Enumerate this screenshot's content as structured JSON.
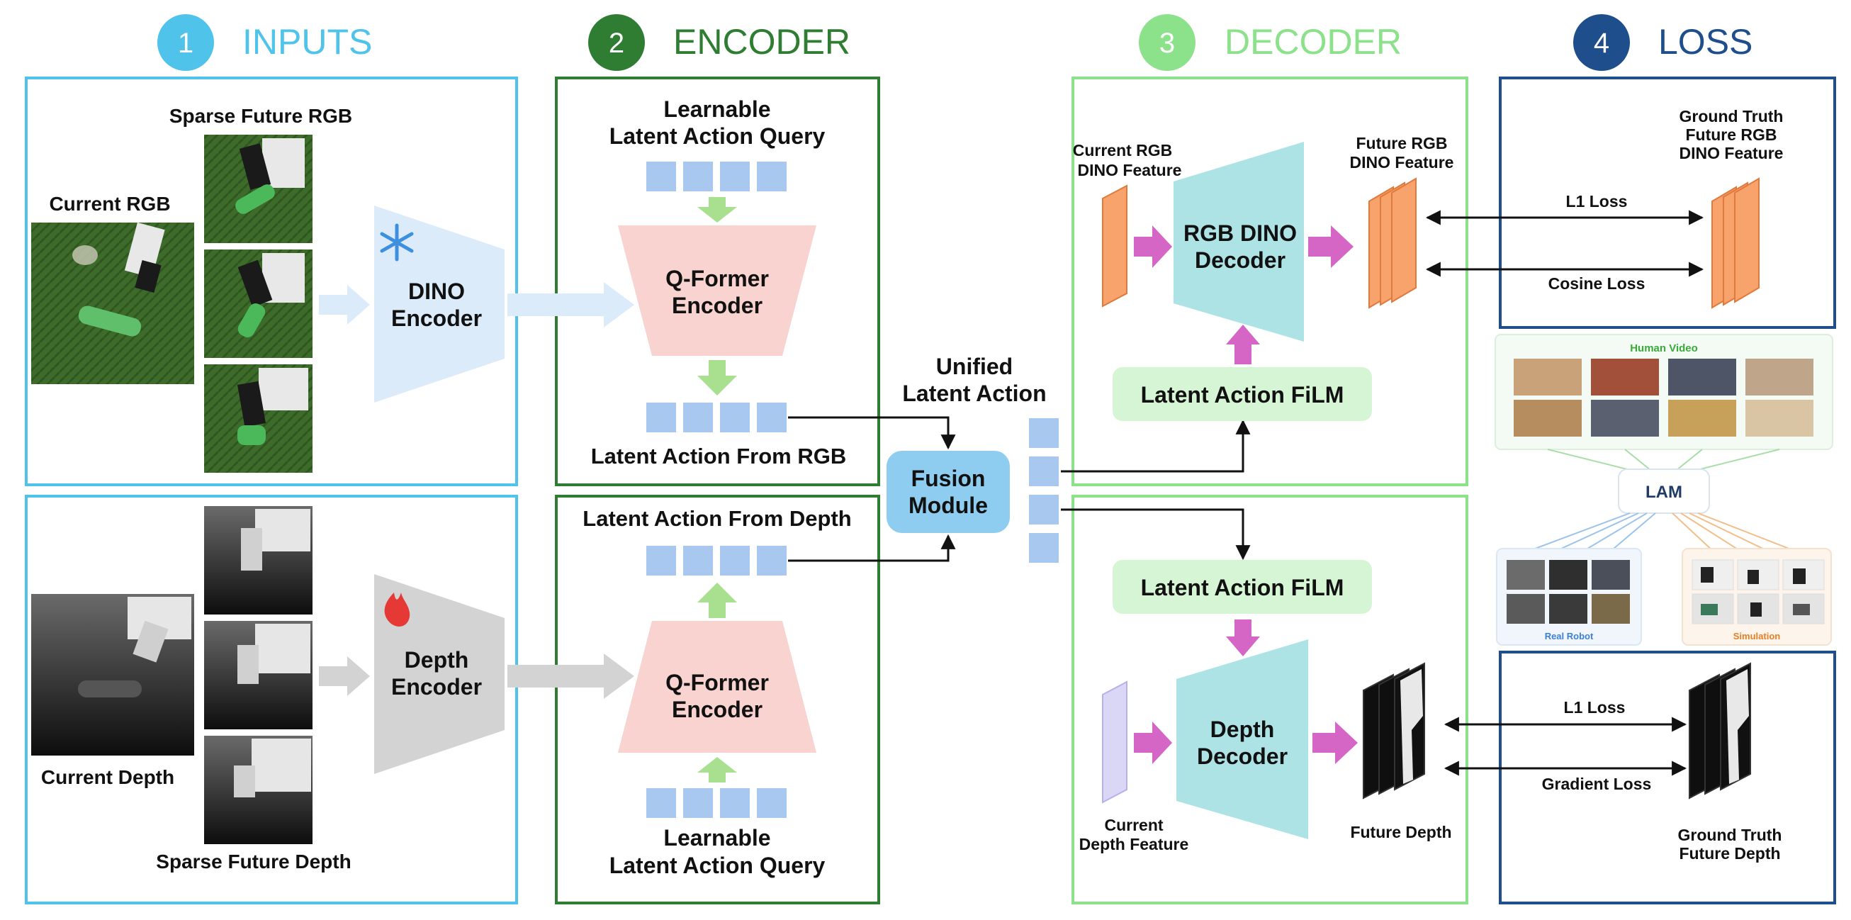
{
  "sections": {
    "inputs": {
      "number": "1",
      "title": "INPUTS",
      "color": "#4FC3EA"
    },
    "encoder": {
      "number": "2",
      "title": "ENCODER",
      "color": "#2E7D32"
    },
    "decoder": {
      "number": "3",
      "title": "DECODER",
      "color": "#8BE28B"
    },
    "loss": {
      "number": "4",
      "title": "LOSS",
      "color": "#1F4E8C"
    }
  },
  "inputs": {
    "sparse_future_rgb": "Sparse Future RGB",
    "current_rgb": "Current RGB",
    "current_depth": "Current Depth",
    "sparse_future_depth": "Sparse Future Depth",
    "dino_encoder_l1": "DINO",
    "dino_encoder_l2": "Encoder",
    "depth_encoder_l1": "Depth",
    "depth_encoder_l2": "Encoder",
    "frozen_icon": "snowflake-icon",
    "trainable_icon": "fire-icon"
  },
  "encoder": {
    "query_top_l1": "Learnable",
    "query_top_l2": "Latent Action Query",
    "qformer_l1": "Q-Former",
    "qformer_l2": "Encoder",
    "latent_rgb": "Latent Action From RGB",
    "latent_depth": "Latent Action From Depth",
    "query_bottom_l1": "Learnable",
    "query_bottom_l2": "Latent Action Query"
  },
  "fusion": {
    "unified_l1": "Unified",
    "unified_l2": "Latent Action",
    "module_l1": "Fusion",
    "module_l2": "Module"
  },
  "decoder": {
    "current_rgb_feat_l1": "Current RGB",
    "current_rgb_feat_l2": "DINO Feature",
    "rgb_decoder_l1": "RGB DINO",
    "rgb_decoder_l2": "Decoder",
    "future_rgb_feat_l1": "Future RGB",
    "future_rgb_feat_l2": "DINO Feature",
    "film_top": "Latent Action FiLM",
    "film_bottom": "Latent Action FiLM",
    "depth_decoder_l1": "Depth",
    "depth_decoder_l2": "Decoder",
    "current_depth_feat_l1": "Current",
    "current_depth_feat_l2": "Depth Feature",
    "future_depth": "Future Depth"
  },
  "loss": {
    "gt_rgb_l1": "Ground Truth",
    "gt_rgb_l2": "Future RGB",
    "gt_rgb_l3": "DINO Feature",
    "l1_loss_top": "L1 Loss",
    "cosine_loss": "Cosine Loss",
    "l1_loss_bottom": "L1 Loss",
    "gradient_loss": "Gradient Loss",
    "gt_depth_l1": "Ground Truth",
    "gt_depth_l2": "Future Depth"
  },
  "lam": {
    "human_video": "Human Video",
    "lam": "LAM",
    "real_robot": "Real Robot",
    "simulation": "Simulation"
  },
  "colors": {
    "rgb_arrow": "#DCEBFA",
    "depth_arrow": "#D3D3D3",
    "green_arrow": "#A8E08F",
    "magenta_arrow": "#D566C6",
    "qformer": "#F8D3CF",
    "decoder": "#AEE3E6",
    "film": "#D5F5D5",
    "token": "#A9C8EF",
    "fusion": "#8ECDF0",
    "feature_orange": "#F8A36B"
  }
}
